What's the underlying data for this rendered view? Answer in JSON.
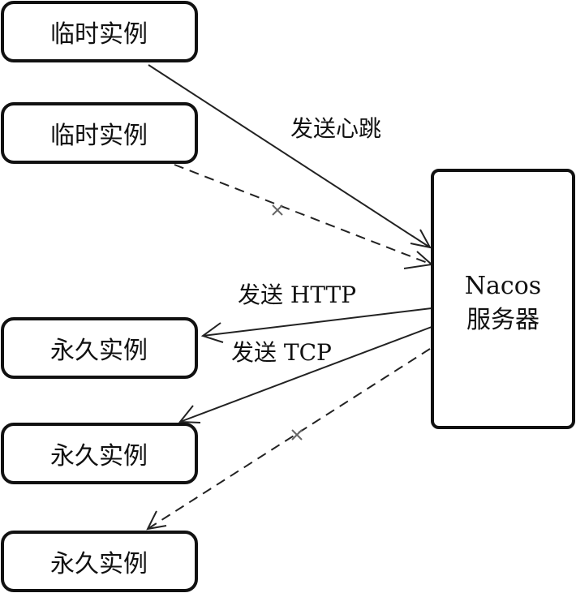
{
  "nodes": {
    "temp_instance_1": {
      "label": "临时实例"
    },
    "temp_instance_2": {
      "label": "临时实例"
    },
    "persistent_instance_1": {
      "label": "永久实例"
    },
    "persistent_instance_2": {
      "label": "永久实例"
    },
    "persistent_instance_3": {
      "label": "永久实例"
    },
    "nacos_server": {
      "label_line1": "Nacos",
      "label_line2": "服务器"
    }
  },
  "edges": {
    "heartbeat": {
      "label": "发送心跳"
    },
    "http": {
      "label": "发送 HTTP"
    },
    "tcp": {
      "label": "发送 TCP"
    }
  },
  "colors": {
    "line": "#222222",
    "border": "#111111",
    "cross": "#666666",
    "background": "#ffffff"
  }
}
